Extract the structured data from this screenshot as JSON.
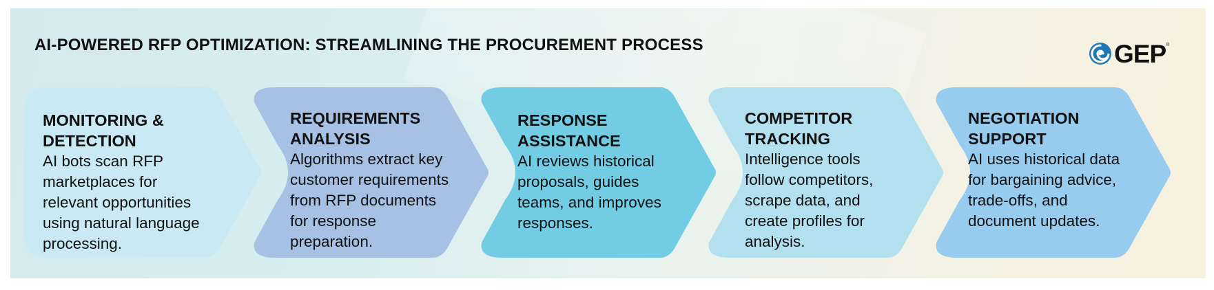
{
  "header": {
    "title": "AI-POWERED RFP OPTIMIZATION: STREAMLINING THE PROCUREMENT PROCESS",
    "logo_text": "GEP",
    "logo_mark": "gep-swirl-icon",
    "logo_tm": "®"
  },
  "steps": [
    {
      "title_lines": [
        "MONITORING &",
        "DETECTION"
      ],
      "desc_lines": [
        "AI bots scan RFP",
        "marketplaces for",
        "relevant opportunities",
        "using natural language",
        "processing."
      ],
      "color": "#c9e9f4"
    },
    {
      "title_lines": [
        "REQUIREMENTS",
        "ANALYSIS"
      ],
      "desc_lines": [
        "Algorithms extract key",
        "customer requirements",
        "from RFP documents",
        "for response",
        "preparation."
      ],
      "color": "#a7c1e5"
    },
    {
      "title_lines": [
        "RESPONSE",
        "ASSISTANCE"
      ],
      "desc_lines": [
        "AI reviews historical",
        "proposals, guides",
        "teams, and improves",
        "responses."
      ],
      "color": "#72cde4"
    },
    {
      "title_lines": [
        "COMPETITOR",
        "TRACKING"
      ],
      "desc_lines": [
        "Intelligence tools",
        "follow competitors,",
        "scrape data, and",
        "create profiles for",
        "analysis."
      ],
      "color": "#b2e0ee"
    },
    {
      "title_lines": [
        "NEGOTIATION",
        "SUPPORT"
      ],
      "desc_lines": [
        "AI uses historical data",
        "for bargaining advice,",
        "trade-offs, and",
        "document updates."
      ],
      "color": "#98ccef"
    }
  ]
}
